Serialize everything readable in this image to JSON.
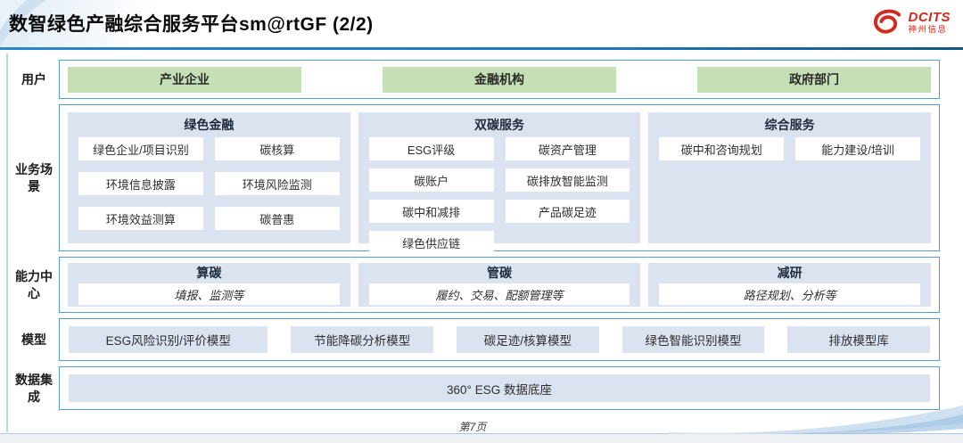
{
  "header": {
    "title": "数智绿色产融综合服务平台sm@rtGF (2/2)",
    "logo": {
      "brand": "DCITS",
      "company": "神州信息"
    }
  },
  "rows": {
    "users": {
      "label": "用户",
      "items": [
        "产业企业",
        "金融机构",
        "政府部门"
      ]
    },
    "scenarios": {
      "label": "业务场景",
      "groups": [
        {
          "title": "绿色金融",
          "items": [
            "绿色企业/项目识别",
            "碳核算",
            "环境信息披露",
            "环境风险监测",
            "环境效益测算",
            "碳普惠"
          ]
        },
        {
          "title": "双碳服务",
          "items": [
            "ESG评级",
            "碳资产管理",
            "碳账户",
            "碳排放智能监测",
            "碳中和减排",
            "产品碳足迹",
            "绿色供应链"
          ]
        },
        {
          "title": "综合服务",
          "items": [
            "碳中和咨询规划",
            "能力建设/培训"
          ]
        }
      ]
    },
    "capabilities": {
      "label": "能力中心",
      "groups": [
        {
          "title": "算碳",
          "desc": "填报、监测等"
        },
        {
          "title": "管碳",
          "desc": "履约、交易、配额管理等"
        },
        {
          "title": "减研",
          "desc": "路径规划、分析等"
        }
      ]
    },
    "models": {
      "label": "模型",
      "items": [
        "ESG风险识别/评价模型",
        "节能降碳分析模型",
        "碳足迹/核算模型",
        "绿色智能识别模型",
        "排放模型库"
      ]
    },
    "data_integration": {
      "label": "数据集成",
      "items": [
        "360° ESG 数据底座"
      ]
    }
  },
  "footer": {
    "page": "第7页"
  },
  "colors": {
    "accent_border": "#5b9bd5",
    "panel_bg": "#dbe3f1",
    "user_green": "#c5e0b4",
    "brand_red": "#d5281e",
    "title_rule": "#1f79bd"
  }
}
